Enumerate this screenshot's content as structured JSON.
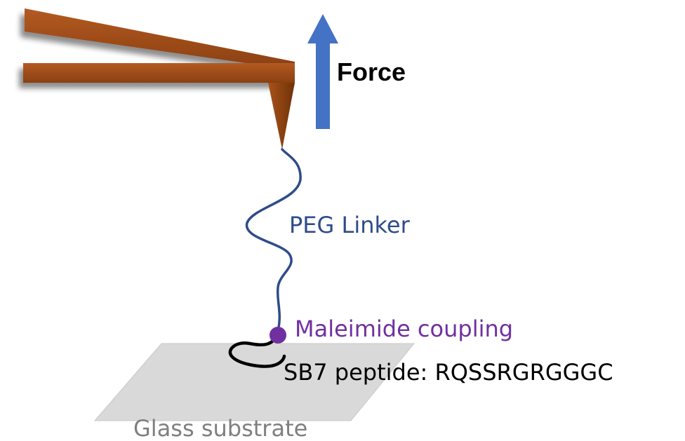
{
  "labels": {
    "force": "Force",
    "linker": "PEG Linker",
    "coupling": "Maleimide coupling",
    "peptide": "SB7 peptide: RQSSRGRGGGC",
    "substrate": "Glass substrate"
  },
  "colors": {
    "cantilever": "#9c4a16",
    "cantilever_dark": "#6e3208",
    "cantilever_light": "#b85c22",
    "force_arrow": "#4472c4",
    "linker": "#2f4c8a",
    "coupling_dot": "#7030a0",
    "coupling_text": "#7030a0",
    "peptide_strand": "#000000",
    "peptide_text": "#000000",
    "substrate_fill": "#d9d9d9",
    "substrate_text": "#7f7f7f"
  }
}
